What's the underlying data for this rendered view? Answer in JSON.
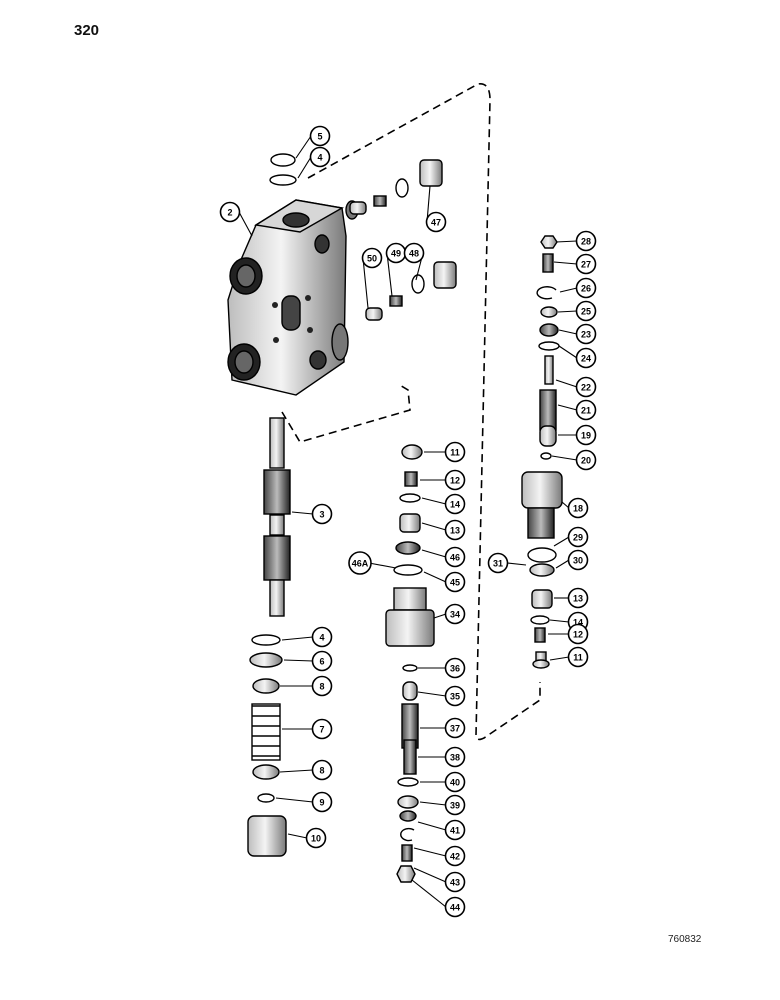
{
  "page": {
    "number": "320",
    "figure_code": "760832"
  },
  "callouts": [
    "5",
    "4",
    "2",
    "50",
    "49",
    "48",
    "47",
    "28",
    "27",
    "26",
    "25",
    "23",
    "24",
    "22",
    "21",
    "19",
    "20",
    "11",
    "12",
    "14",
    "13",
    "18",
    "3",
    "46A",
    "46",
    "45",
    "29",
    "30",
    "31",
    "34",
    "4",
    "6",
    "8",
    "7",
    "8",
    "9",
    "10",
    "36",
    "35",
    "37",
    "38",
    "40",
    "39",
    "41",
    "42",
    "43",
    "44",
    "13",
    "14",
    "12",
    "11"
  ]
}
